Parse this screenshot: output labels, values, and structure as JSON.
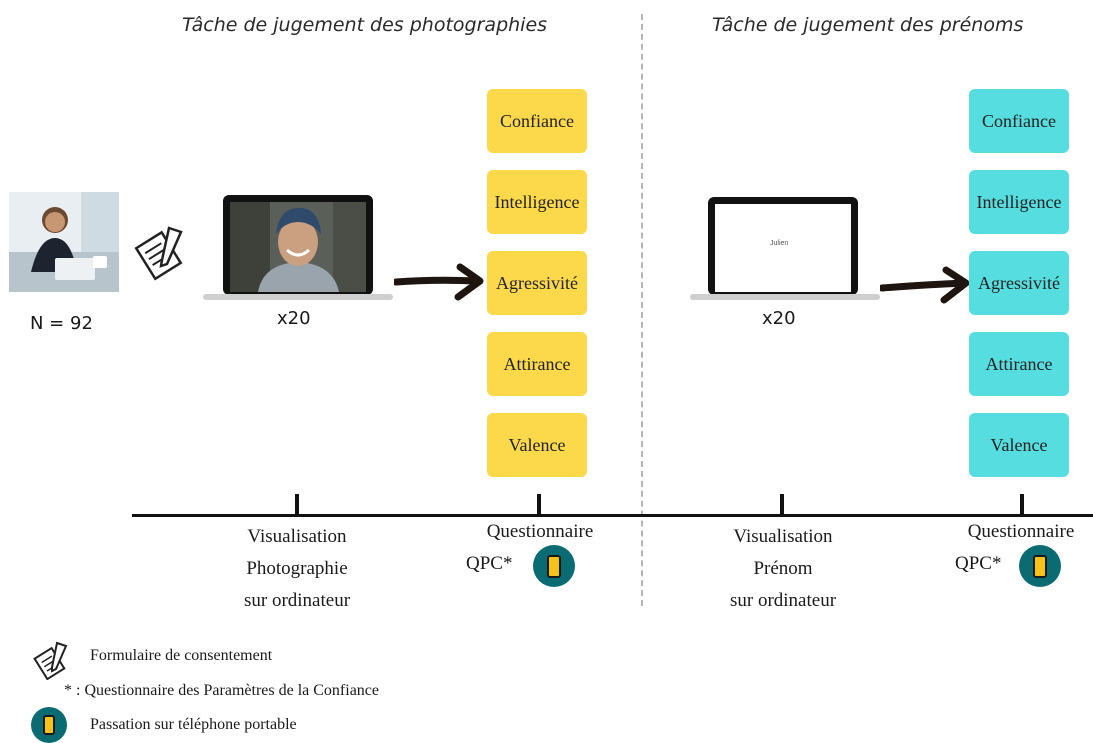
{
  "left_task": {
    "title": "Tâche de jugement des photographies",
    "boxes": [
      "Confiance",
      "Intelligence",
      "Agressivité",
      "Attirance",
      "Valence"
    ],
    "count": "x20",
    "color": "#fcd94a"
  },
  "right_task": {
    "title": "Tâche de jugement des prénoms",
    "boxes": [
      "Confiance",
      "Intelligence",
      "Agressivité",
      "Attirance",
      "Valence"
    ],
    "count": "x20",
    "screen_name": "Julien",
    "color": "#56dde0"
  },
  "participants": {
    "label": "N = 92"
  },
  "timeline": {
    "labels": [
      [
        "Visualisation",
        "Photographie",
        "sur ordinateur"
      ],
      [
        "Questionnaire",
        "QPC*"
      ],
      [
        "Visualisation",
        "Prénom",
        "sur ordinateur"
      ],
      [
        "Questionnaire",
        "QPC*"
      ]
    ]
  },
  "legend": {
    "consent": "Formulaire de consentement",
    "qpc": "* : Questionnaire des Paramètres de la Confiance",
    "phone": "Passation sur téléphone portable"
  },
  "icons": [
    "participant-photo-icon",
    "consent-form-icon",
    "laptop-icon",
    "arrow-icon",
    "phone-icon"
  ]
}
